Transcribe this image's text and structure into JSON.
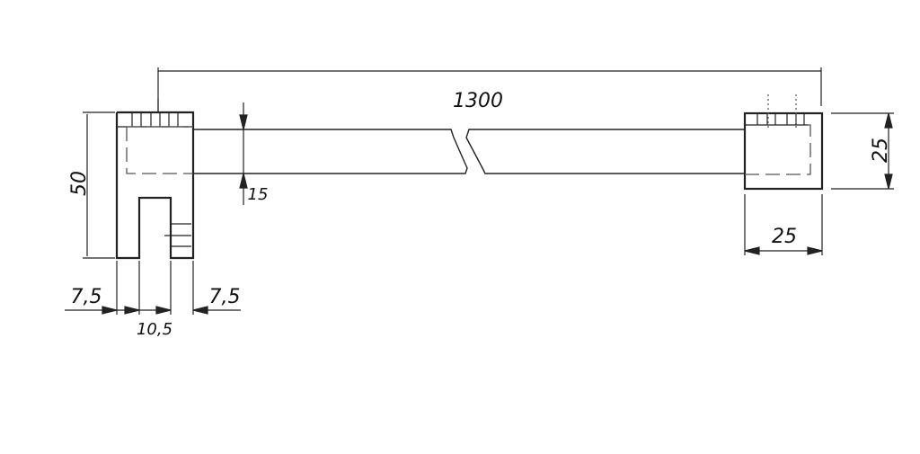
{
  "drawing": {
    "type": "technical-drawing",
    "subject": "towel bar / handle with end blocks",
    "colors": {
      "line": "#222222",
      "hidden_line": "#555555",
      "background": "#ffffff"
    },
    "dimensions": {
      "overall_length": "1300",
      "bar_thickness": "15",
      "left_block_height": "50",
      "left_offset_left": "7,5",
      "slot_width": "10,5",
      "left_offset_right": "7,5",
      "right_block_height": "25",
      "right_block_width": "25"
    }
  }
}
